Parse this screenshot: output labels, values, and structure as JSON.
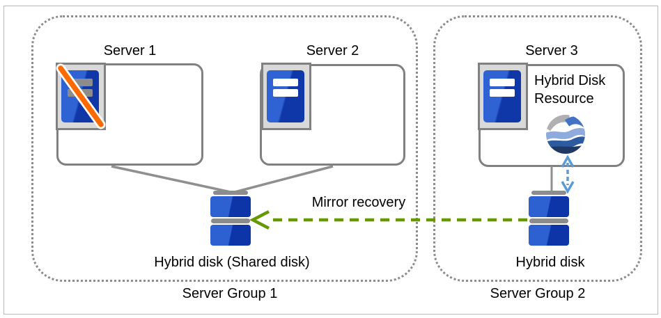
{
  "diagram": {
    "groups": [
      {
        "label": "Server Group 1"
      },
      {
        "label": "Server Group 2"
      }
    ],
    "servers": [
      {
        "name": "Server 1",
        "status": "failed"
      },
      {
        "name": "Server 2",
        "status": "normal"
      },
      {
        "name": "Server 3",
        "status": "normal"
      }
    ],
    "resource": {
      "label": "Hybrid Disk Resource"
    },
    "disks": [
      {
        "label": "Hybrid disk (Shared disk)"
      },
      {
        "label": "Hybrid disk"
      }
    ],
    "mirror_arrow": {
      "label": "Mirror recovery",
      "color": "#669900",
      "style": "dashed",
      "direction": "right-to-left"
    },
    "sync_arrow": {
      "color": "#5b9bd5",
      "style": "dashed",
      "direction": "both"
    },
    "icons": {
      "server_tower_icon": "blue tower with two slots",
      "failed_mark_icon": "orange diagonal slash",
      "hybrid_disk_icon": "blue stacked disk",
      "hybrid_disk_resource_icon": "wavy banded globe"
    },
    "colors": {
      "server_blue_light": "#2f63d3",
      "server_blue_dark": "#0f37a8",
      "failed_slash_orange": "#ff6a00",
      "bar_gray": "#8c8c8c",
      "border_gray": "#808080",
      "globe_gray": "#b0b0b3",
      "globe_blue_medium": "#4472c4",
      "globe_blue_light": "#8faadc",
      "globe_navy": "#1f3864"
    }
  }
}
